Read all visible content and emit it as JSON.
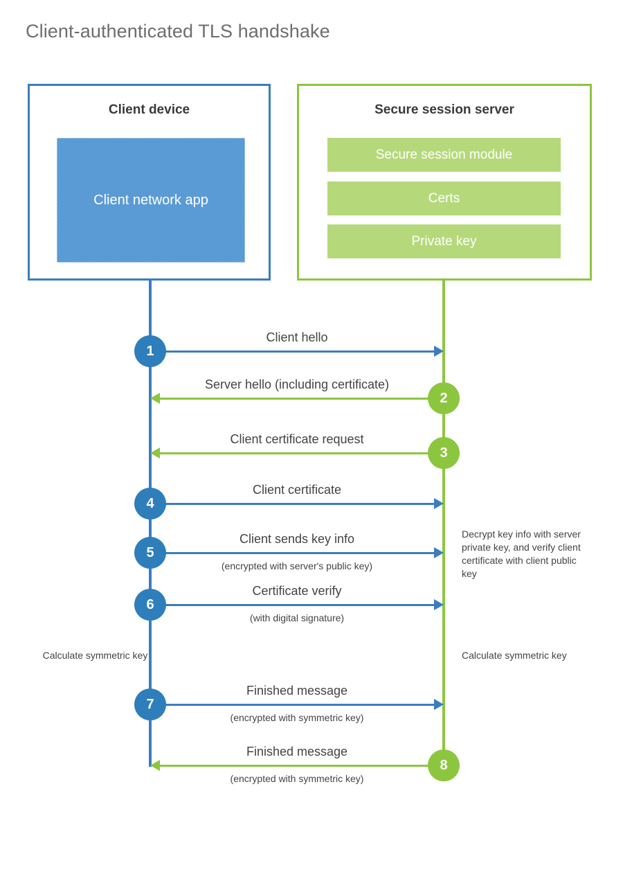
{
  "title": "Client-authenticated TLS handshake",
  "colors": {
    "client_blue": "#3b7dbf",
    "client_badge_blue": "#2e7ebb",
    "client_app_fill": "#5b9bd5",
    "server_green": "#8cc63f",
    "server_module_fill": "#b5d97a",
    "title_gray": "#6e6e6e",
    "text_gray": "#434343",
    "background": "#ffffff"
  },
  "client": {
    "title": "Client device",
    "app_label": "Client network app"
  },
  "server": {
    "title": "Secure session server",
    "modules": [
      {
        "label": "Secure session module"
      },
      {
        "label": "Certs"
      },
      {
        "label": "Private key"
      }
    ]
  },
  "notes": {
    "server_decrypt": "Decrypt key info with server private key, and verify client certificate with client public key",
    "client_calculate": "Calculate symmetric key",
    "server_calculate": "Calculate symmetric key"
  },
  "steps": [
    {
      "number": "1",
      "label": "Client hello",
      "sub": "",
      "from": "client",
      "direction": "right"
    },
    {
      "number": "2",
      "label": "Server hello (including certificate)",
      "sub": "",
      "from": "server",
      "direction": "left"
    },
    {
      "number": "3",
      "label": "Client certificate request",
      "sub": "",
      "from": "server",
      "direction": "left"
    },
    {
      "number": "4",
      "label": "Client certificate",
      "sub": "",
      "from": "client",
      "direction": "right"
    },
    {
      "number": "5",
      "label": "Client sends key info",
      "sub": "(encrypted with server's public key)",
      "from": "client",
      "direction": "right"
    },
    {
      "number": "6",
      "label": "Certificate verify",
      "sub": "(with digital signature)",
      "from": "client",
      "direction": "right"
    },
    {
      "number": "7",
      "label": "Finished message",
      "sub": "(encrypted with symmetric key)",
      "from": "client",
      "direction": "right"
    },
    {
      "number": "8",
      "label": "Finished message",
      "sub": "(encrypted with symmetric key)",
      "from": "server",
      "direction": "left"
    }
  ]
}
